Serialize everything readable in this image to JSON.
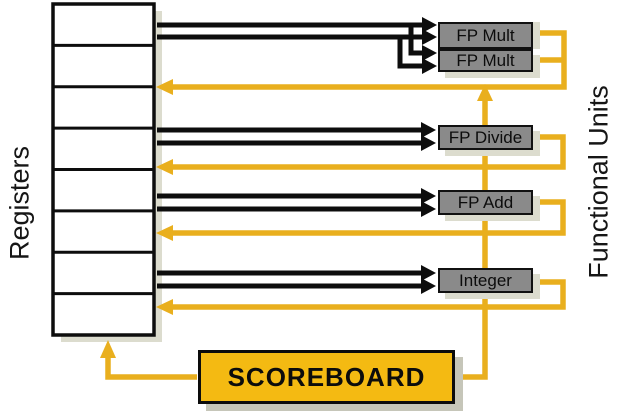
{
  "diagram": {
    "left_axis_label": "Registers",
    "right_axis_label": "Functional Units",
    "register_file": {
      "row_count": 8
    },
    "functional_units": [
      "FP Mult",
      "FP Mult",
      "FP Divide",
      "FP Add",
      "Integer"
    ],
    "scoreboard_label": "SCOREBOARD",
    "colors": {
      "wire_yellow": "#E9AF1E",
      "scoreboard_fill": "#F4BA12",
      "unit_fill": "#8A8A8A",
      "unit_border": "#111111",
      "wire_black": "#0D0D0D",
      "shadow": "#DCDCCE",
      "background": "#FFFFFF"
    }
  }
}
